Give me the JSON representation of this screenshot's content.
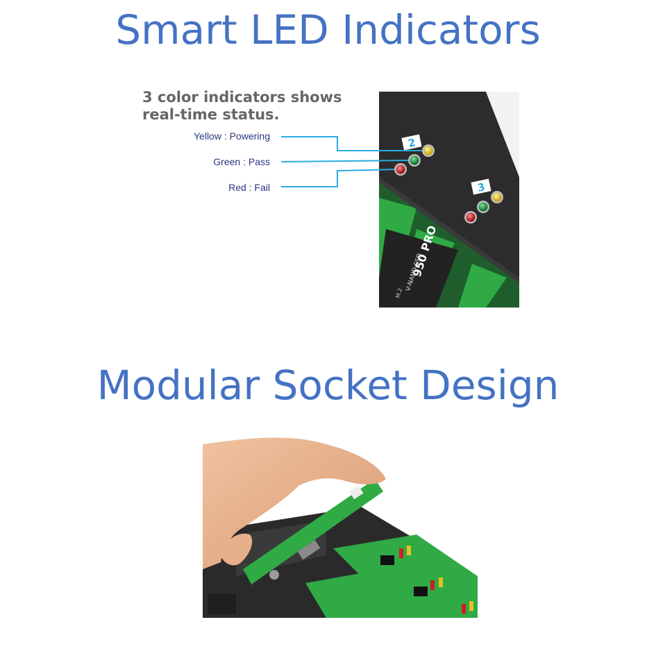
{
  "headings": {
    "smart_led": "Smart LED Indicators",
    "modular_socket": "Modular Socket Design"
  },
  "led_panel": {
    "tagline_line1": "3 color indicators shows",
    "tagline_line2": "real-time status.",
    "labels": {
      "yellow": "Yellow : Powering",
      "green": "Green : Pass",
      "red": "Red : Fail"
    },
    "slot_numbers": [
      "2",
      "3"
    ],
    "ssd_label_main": "950 PRO",
    "ssd_label_sub": "V-NAND SSD",
    "ssd_label_form": "M.2"
  },
  "colors": {
    "heading": "#4472c4",
    "tagline": "#666666",
    "led_label": "#2a3680",
    "leader_line": "#29abe2",
    "led_yellow": "#e8c020",
    "led_green": "#1f9a45",
    "led_red": "#d01c24",
    "device_body": "#2c2c2c",
    "pcb_green": "#2faa45"
  }
}
